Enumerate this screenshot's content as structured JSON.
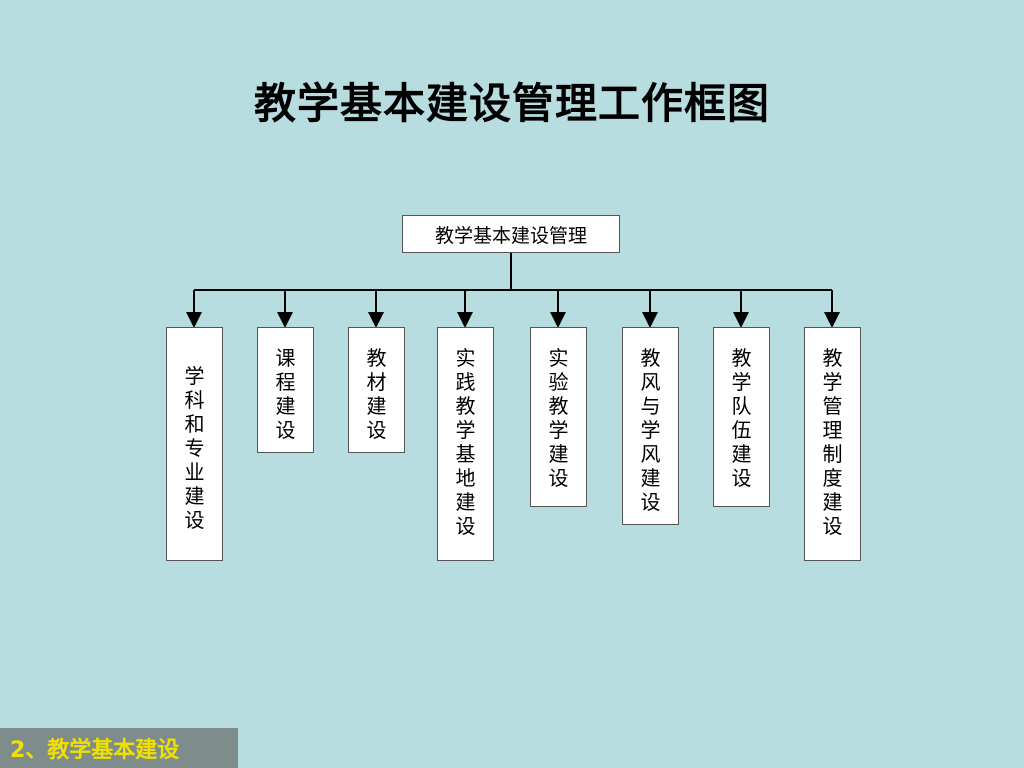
{
  "slide": {
    "title": "教学基本建设管理工作框图",
    "footer": "2、教学基本建设",
    "background": "#b7dde1",
    "footer_color": "#f0e000"
  },
  "chart": {
    "root": "教学基本建设管理",
    "children": [
      "学科和专业建设",
      "课程建设",
      "教材建设",
      "实践教学基地建设",
      "实验教学建设",
      "教风与学风建设",
      "教学队伍建设",
      "教学管理制度建设"
    ]
  }
}
